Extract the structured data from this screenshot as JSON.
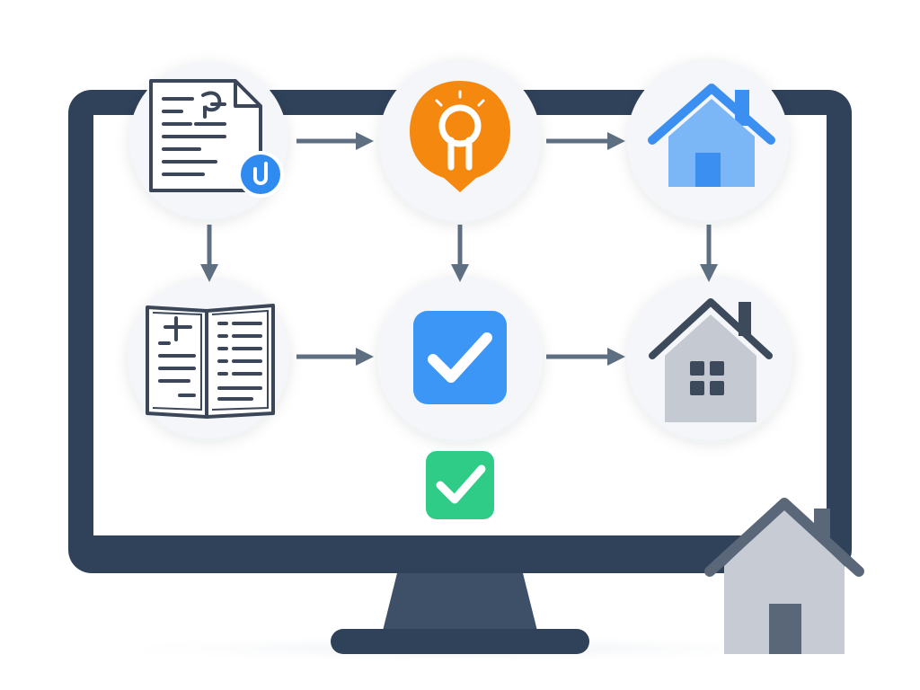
{
  "diagram": {
    "nodes": [
      {
        "id": "document",
        "icon": "document-with-attachment-icon"
      },
      {
        "id": "idea",
        "icon": "lightbulb-idea-icon"
      },
      {
        "id": "house-blue",
        "icon": "blue-house-icon"
      },
      {
        "id": "book",
        "icon": "open-book-icon"
      },
      {
        "id": "check-blue",
        "icon": "blue-checkbox-icon"
      },
      {
        "id": "house-gray",
        "icon": "gray-house-icon"
      },
      {
        "id": "check-green",
        "icon": "green-checkbox-icon"
      },
      {
        "id": "house-large",
        "icon": "large-gray-house-icon"
      }
    ],
    "edges": [
      {
        "from": "document",
        "to": "idea"
      },
      {
        "from": "idea",
        "to": "house-blue"
      },
      {
        "from": "document",
        "to": "book"
      },
      {
        "from": "idea",
        "to": "check-blue"
      },
      {
        "from": "house-blue",
        "to": "house-gray"
      },
      {
        "from": "book",
        "to": "check-blue"
      },
      {
        "from": "check-blue",
        "to": "house-gray"
      }
    ]
  },
  "device": {
    "icon": "desktop-monitor-icon"
  },
  "colors": {
    "monitor_frame": "#2f425a",
    "monitor_stand": "#3d5068",
    "arrow": "#5f6f82",
    "node_circle": "#f3f5f8",
    "doc_stroke": "#3b4658",
    "clip_badge": "#2f8bf0",
    "idea_orange": "#f5890f",
    "house_blue_roof": "#3b8ff0",
    "house_blue_body": "#7bb6f6",
    "check_blue": "#3b96f5",
    "check_green": "#2ecc86",
    "house_gray_roof": "#3d4a5c",
    "house_gray_body": "#c5cad2",
    "house_large_roof": "#5a6779",
    "house_large_body": "#c7ccd4",
    "house_large_door": "#5a6779"
  }
}
